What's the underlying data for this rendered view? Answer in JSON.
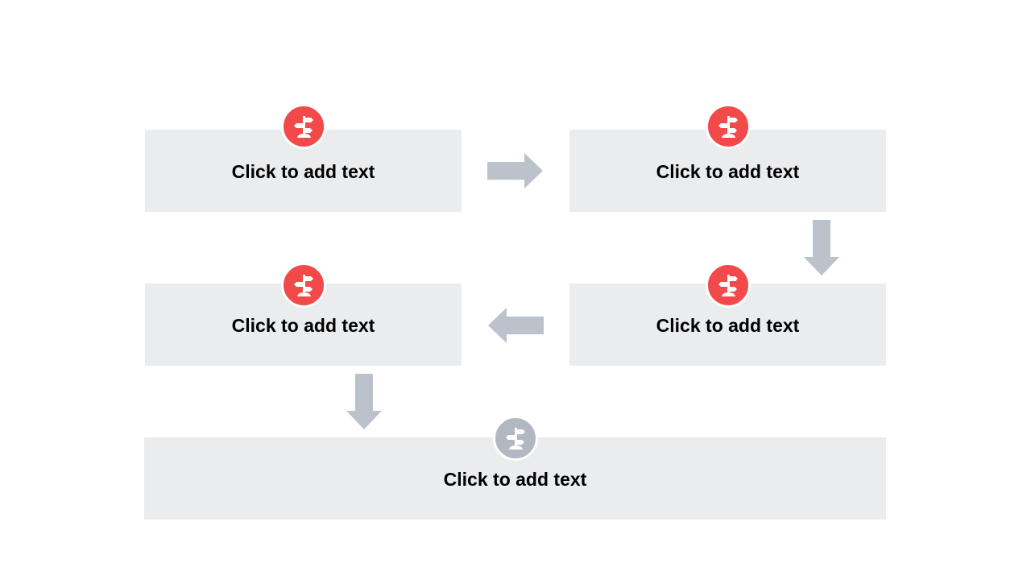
{
  "colors": {
    "box_fill": "#ebecee",
    "badge_active": "#f24a4a",
    "badge_inactive": "#b2b8c1",
    "arrow": "#bcc2cb",
    "text": "#000000"
  },
  "steps": [
    {
      "label": "Click to add text",
      "icon": "signpost-icon",
      "badge_color": "#f24a4a"
    },
    {
      "label": "Click to add text",
      "icon": "signpost-icon",
      "badge_color": "#f24a4a"
    },
    {
      "label": "Click to add text",
      "icon": "signpost-icon",
      "badge_color": "#f24a4a"
    },
    {
      "label": "Click to add text",
      "icon": "signpost-icon",
      "badge_color": "#f24a4a"
    },
    {
      "label": "Click to add text",
      "icon": "signpost-icon",
      "badge_color": "#b2b8c1"
    }
  ],
  "connectors": [
    {
      "from": 1,
      "to": 2,
      "direction": "right",
      "icon": "arrow-right-icon"
    },
    {
      "from": 2,
      "to": 3,
      "direction": "down",
      "icon": "arrow-down-icon"
    },
    {
      "from": 3,
      "to": 4,
      "direction": "left",
      "icon": "arrow-left-icon"
    },
    {
      "from": 4,
      "to": 5,
      "direction": "down",
      "icon": "arrow-down-icon"
    }
  ]
}
